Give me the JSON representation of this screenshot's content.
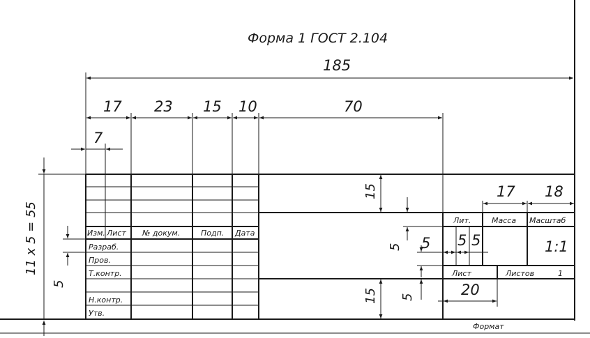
{
  "title": "Форма 1   ГОСТ 2.104",
  "overall_width": "185",
  "column_dims": [
    "17",
    "23",
    "15",
    "10",
    "70"
  ],
  "first_col_dim": "7",
  "height_dim": "11 x 5 = 55",
  "row_height_dim": "5",
  "table_headers": [
    "Изм.",
    "Лист",
    "№ докум.",
    "Подп.",
    "Дата"
  ],
  "row_labels": [
    "Разраб.",
    "Пров.",
    "Т.контр.",
    "Н.контр.",
    "Утв."
  ],
  "center_dims": {
    "top": "15",
    "left_mid": "5",
    "right_mid": "5",
    "bottom": "15",
    "bottom_small": "5"
  },
  "right_block": {
    "lit_label": "Лит.",
    "massa_label": "Масса",
    "masshtab_label": "Масштаб",
    "massa_dim": "17",
    "masshtab_dim": "18",
    "lit_cell_dims": [
      "5",
      "5"
    ],
    "masshtab_value": "1:1",
    "list_label": "Лист",
    "listov_label": "Листов",
    "listov_value": "1",
    "list_dim": "20"
  },
  "format_label": "Формат"
}
